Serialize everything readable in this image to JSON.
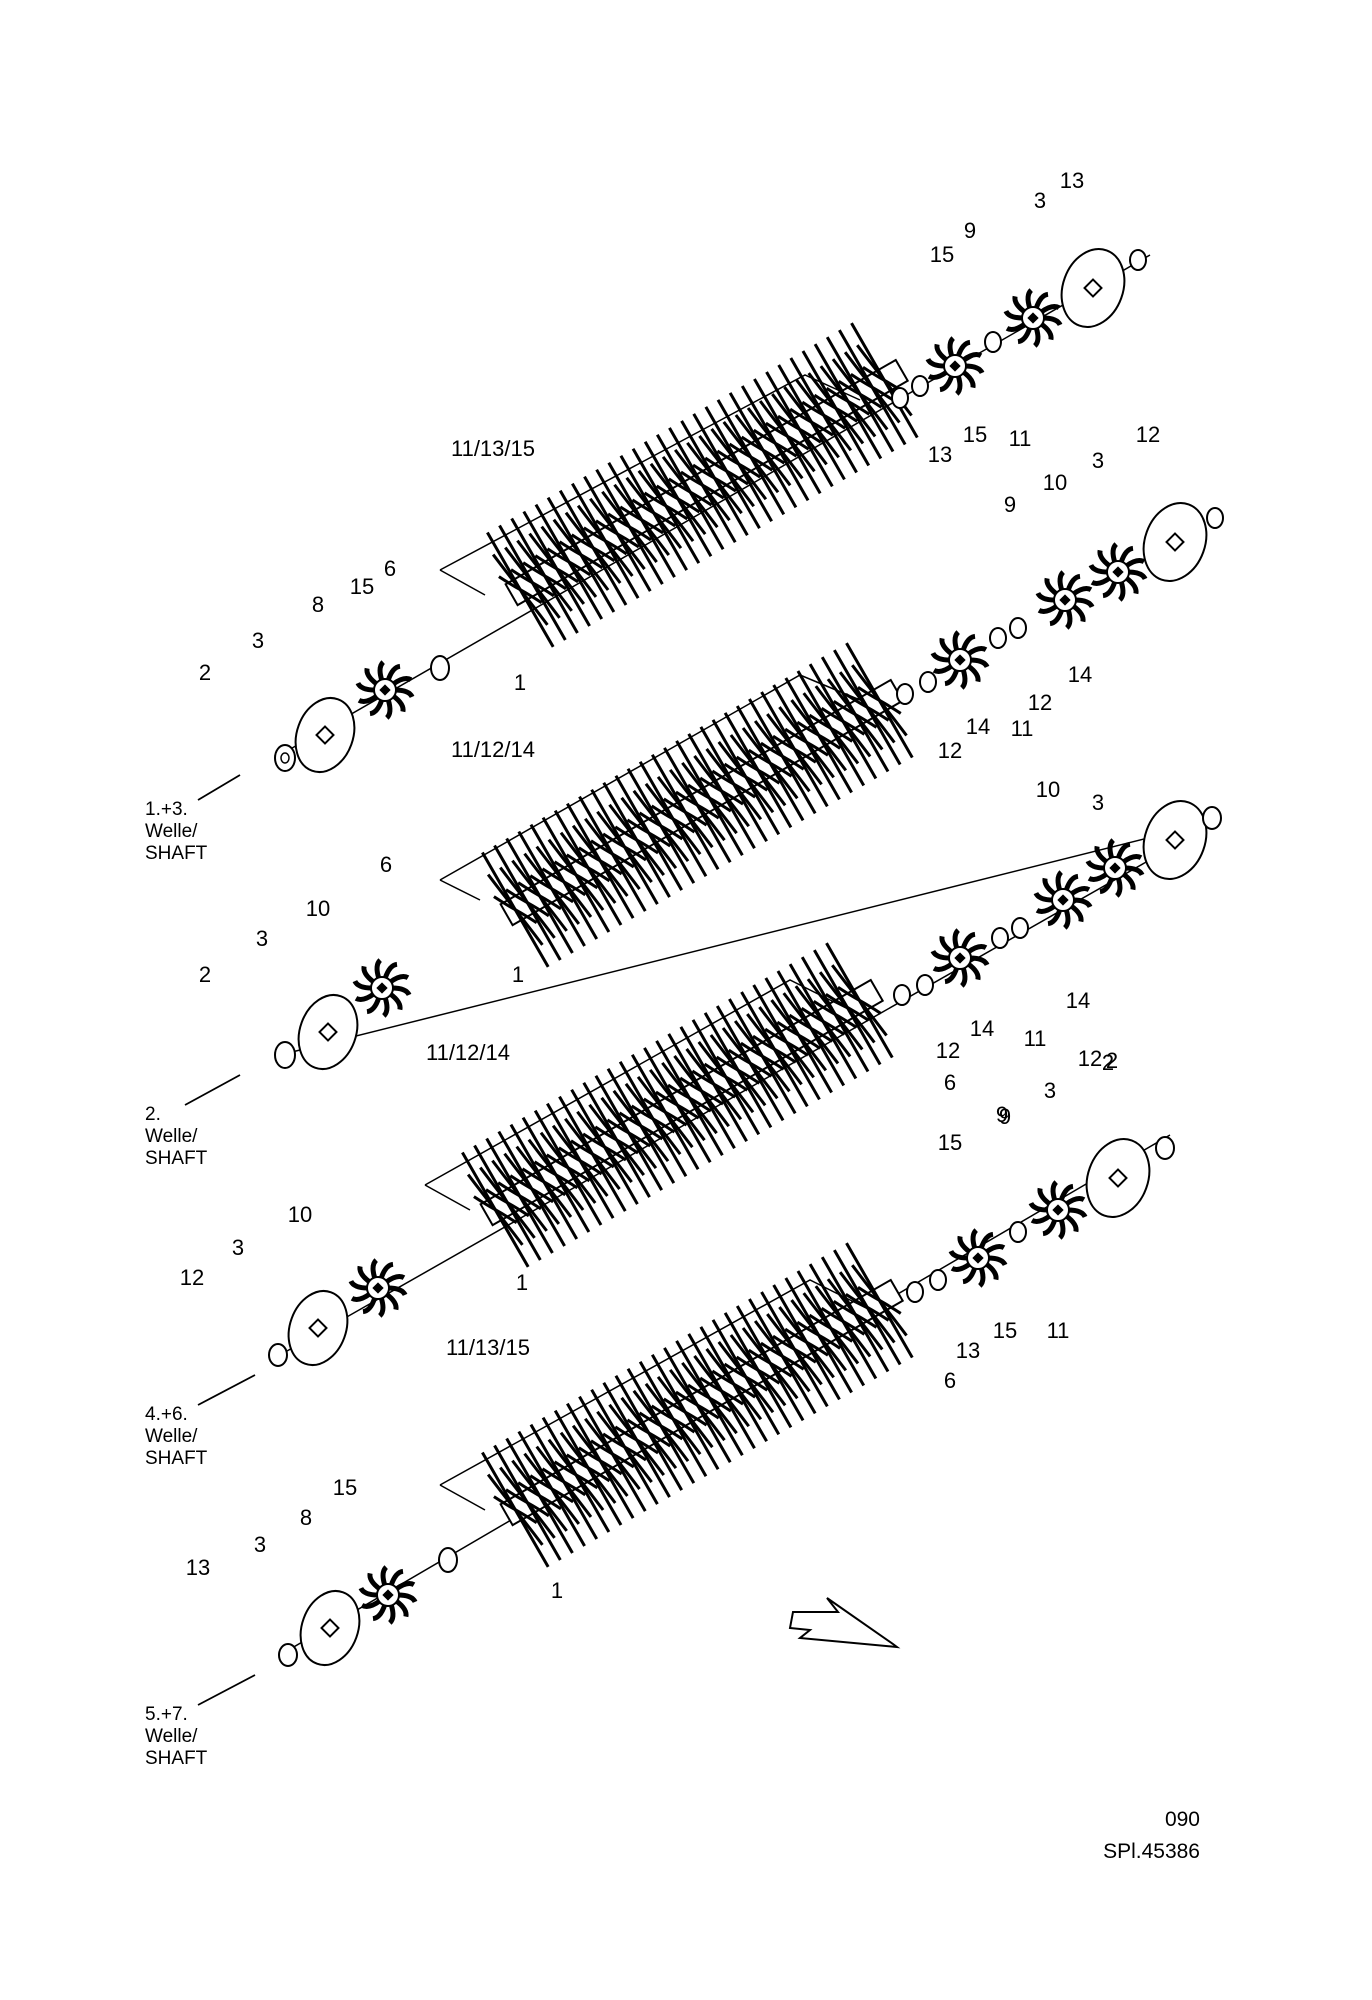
{
  "shafts": [
    {
      "label_lines": [
        "1.+3.",
        "Welle/",
        "SHAFT"
      ],
      "brush_label": "11/13/15",
      "callouts": [
        "2",
        "3",
        "8",
        "15",
        "6",
        "1",
        "13",
        "15",
        "11",
        "15",
        "9",
        "3",
        "13"
      ]
    },
    {
      "label_lines": [
        "2.",
        "Welle/",
        "SHAFT"
      ],
      "brush_label": "11/12/14",
      "callouts": [
        "2",
        "3",
        "10",
        "6",
        "1",
        "12",
        "14",
        "11",
        "12",
        "14",
        "9",
        "10",
        "3",
        "12"
      ]
    },
    {
      "label_lines": [
        "4.+6.",
        "Welle/",
        "SHAFT"
      ],
      "brush_label": "11/12/14",
      "callouts": [
        "12",
        "3",
        "10",
        "1",
        "12",
        "14",
        "11",
        "12",
        "14",
        "6",
        "9",
        "10",
        "3",
        "2"
      ]
    },
    {
      "label_lines": [
        "5.+7.",
        "Welle/",
        "SHAFT"
      ],
      "brush_label": "11/13/15",
      "callouts": [
        "13",
        "3",
        "8",
        "15",
        "1",
        "13",
        "15",
        "11",
        "6",
        "15",
        "9",
        "3",
        "2"
      ]
    }
  ],
  "reference": {
    "page": "090",
    "drawing_no": "SPl.45386"
  }
}
